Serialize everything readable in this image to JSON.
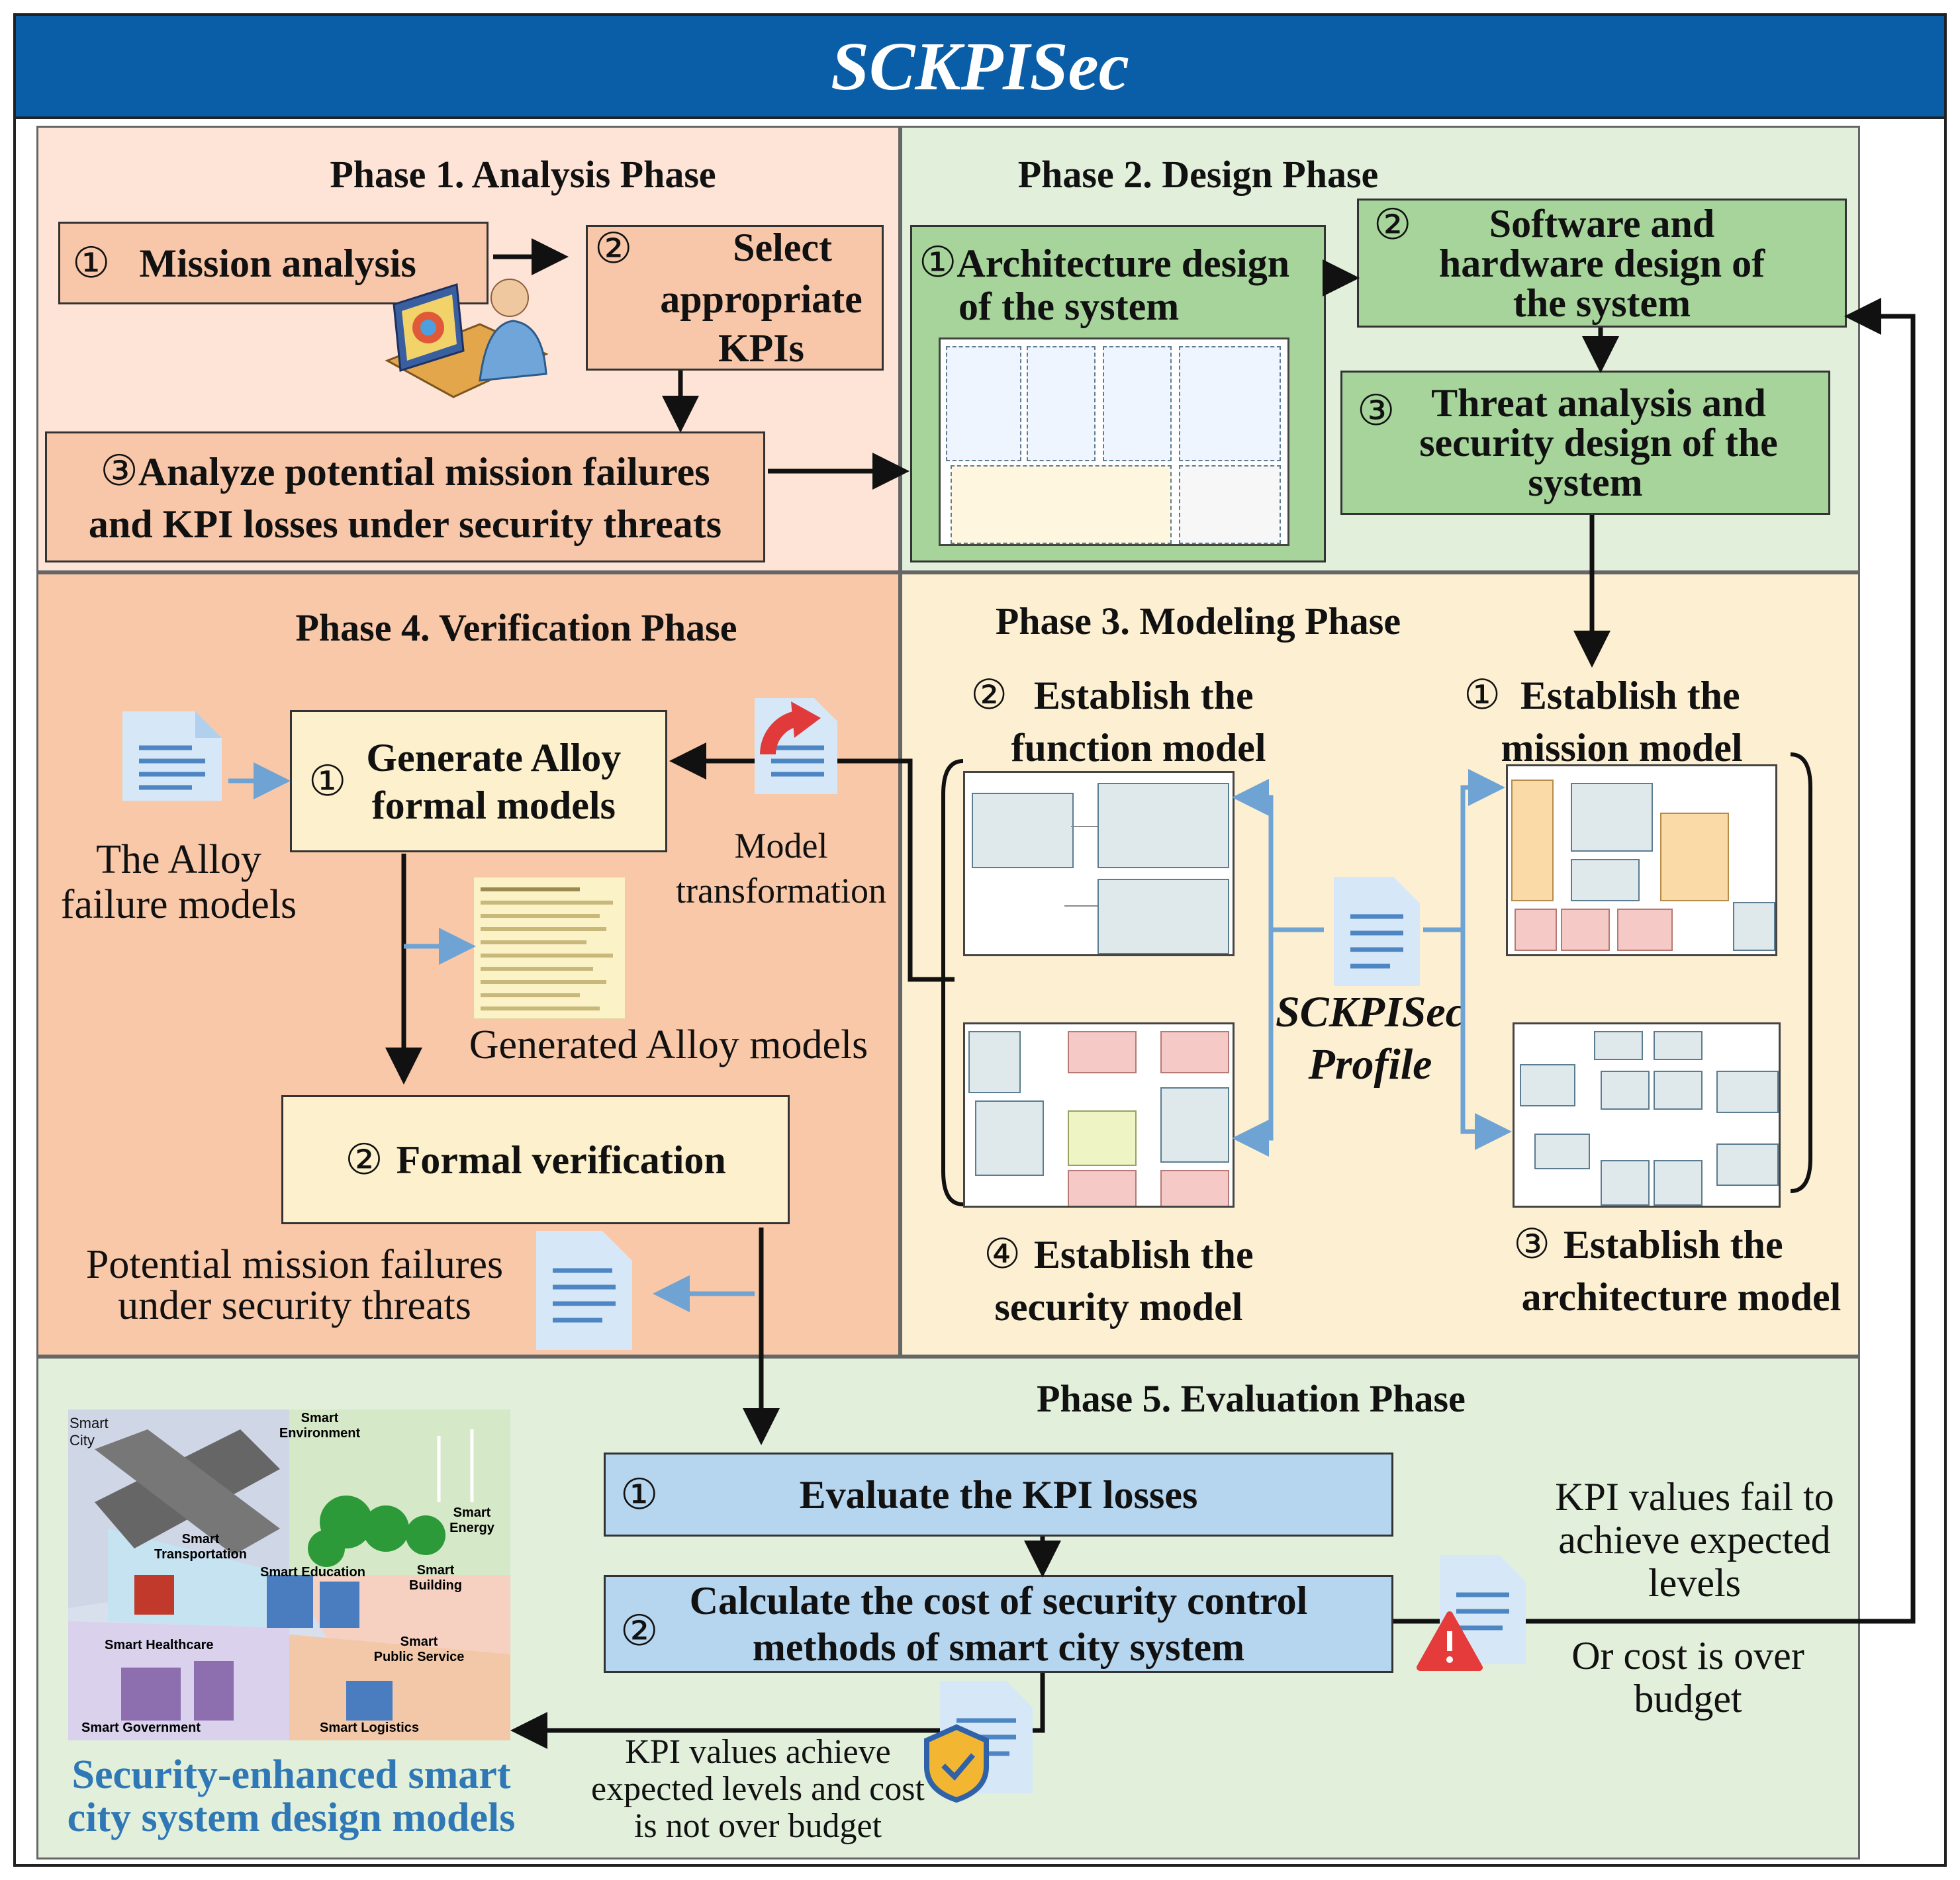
{
  "title": "SCKPISec",
  "phase1": {
    "title": "Phase 1. Analysis Phase",
    "step1": {
      "num": "①",
      "label": "Mission analysis"
    },
    "step2": {
      "num": "②",
      "line1": "Select",
      "line2": "appropriate",
      "line3": "KPIs"
    },
    "step3": {
      "num": "③",
      "line1": "Analyze potential mission failures",
      "line2": "and KPI losses under security threats"
    }
  },
  "phase2": {
    "title": "Phase 2. Design Phase",
    "step1": {
      "num": "①",
      "line1": "Architecture design",
      "line2": "of the system"
    },
    "step2": {
      "num": "②",
      "line1": "Software and",
      "line2": "hardware design of",
      "line3": "the system"
    },
    "step3": {
      "num": "③",
      "line1": "Threat analysis and",
      "line2": "security design of the",
      "line3": "system"
    }
  },
  "phase3": {
    "title": "Phase 3. Modeling Phase",
    "step1": {
      "num": "①",
      "line1": "Establish the",
      "line2": "mission model"
    },
    "step2": {
      "num": "②",
      "line1": "Establish the",
      "line2": "function model"
    },
    "step3": {
      "num": "③",
      "line1": "Establish the",
      "line2": "architecture model"
    },
    "step4": {
      "num": "④",
      "line1": "Establish the",
      "line2": "security model"
    },
    "profile_line1": "SCKPISec",
    "profile_line2": "Profile"
  },
  "phase4": {
    "title": "Phase 4. Verification Phase",
    "step1": {
      "num": "①",
      "line1": "Generate Alloy",
      "line2": "formal models"
    },
    "step2": {
      "num": "②",
      "label": "Formal verification"
    },
    "alloy_failure_line1": "The Alloy",
    "alloy_failure_line2": "failure models",
    "model_transform_line1": "Model",
    "model_transform_line2": "transformation",
    "generated_label": "Generated Alloy models",
    "failures_line1": "Potential mission failures",
    "failures_line2": "under security threats"
  },
  "phase5": {
    "title": "Phase 5.  Evaluation Phase",
    "step1": {
      "num": "①",
      "label": "Evaluate the KPI losses"
    },
    "step2": {
      "num": "②",
      "line1": "Calculate the cost of  security control",
      "line2": "methods of smart city system"
    },
    "fail_line1": "KPI values fail to",
    "fail_line2": "achieve expected",
    "fail_line3": "levels",
    "or_line1": "Or cost is over",
    "or_line2": "budget",
    "ok_line1": "KPI values achieve",
    "ok_line2": "expected levels and cost",
    "ok_line3": "is not over budget",
    "result_line1": "Security-enhanced smart",
    "result_line2": "city system design models"
  },
  "smart_city": {
    "city": "Smart\nCity",
    "environment": "Smart\nEnvironment",
    "energy": "Smart\nEnergy",
    "transportation": "Smart\nTransportation",
    "education": "Smart Education",
    "building": "Smart\nBuilding",
    "healthcare": "Smart Healthcare",
    "public_service": "Smart\nPublic Service",
    "government": "Smart Government",
    "logistics": "Smart Logistics"
  },
  "colors": {
    "title_bar": "#0a5ea8",
    "phase1_bg": "#fde4d6",
    "phase1_box": "#f8c7a9",
    "phase2_bg": "#e2efdb",
    "phase2_box": "#a6d49b",
    "phase3_bg": "#fdf0d2",
    "phase4_bg": "#f9c8a8",
    "phase4_box": "#fdf0cc",
    "phase5_bg": "#e2efdb",
    "phase5_box": "#b6d5ee",
    "blue_arrow": "#6ea3d4",
    "result_text": "#2f78b5"
  }
}
